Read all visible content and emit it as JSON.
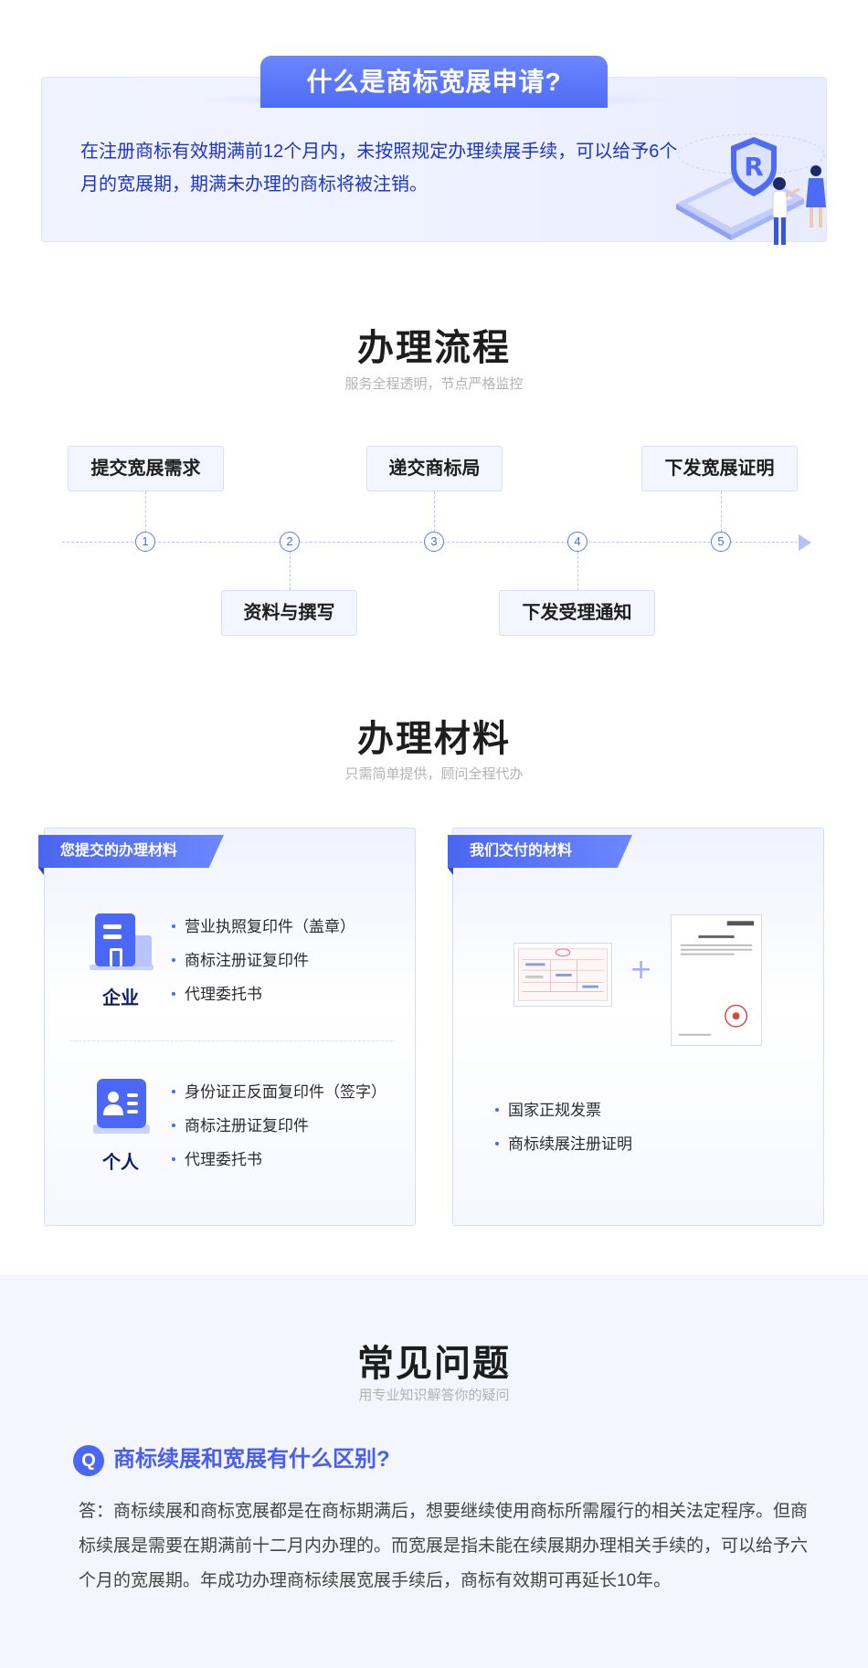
{
  "intro": {
    "title": "什么是商标宽展申请?",
    "text": "在注册商标有效期满前12个月内，未按照规定办理续展手续，可以给予6个月的宽展期，期满未办理的商标将被注销。"
  },
  "process": {
    "title": "办理流程",
    "subtitle": "服务全程透明，节点严格监控",
    "steps": [
      {
        "number": "1",
        "label": "提交宽展需求"
      },
      {
        "number": "2",
        "label": "资料与撰写"
      },
      {
        "number": "3",
        "label": "递交商标局"
      },
      {
        "number": "4",
        "label": "下发受理通知"
      },
      {
        "number": "5",
        "label": "下发宽展证明"
      }
    ]
  },
  "materials": {
    "title": "办理材料",
    "subtitle": "只需简单提供，顾问全程代办",
    "submit_card": {
      "tab": "您提交的办理材料",
      "enterprise": {
        "role": "企业",
        "items": [
          "营业执照复印件（盖章）",
          "商标注册证复印件",
          "代理委托书"
        ]
      },
      "personal": {
        "role": "个人",
        "items": [
          "身份证正反面复印件（签字）",
          "商标注册证复印件",
          "代理委托书"
        ]
      }
    },
    "deliver_card": {
      "tab": "我们交付的材料",
      "plus": "+",
      "items": [
        "国家正规发票",
        "商标续展注册证明"
      ]
    }
  },
  "faq": {
    "title": "常见问题",
    "subtitle": "用专业知识解答你的疑问",
    "q_badge": "Q",
    "question": "商标续展和宽展有什么区别?",
    "answer": "答：商标续展和商标宽展都是在商标期满后，想要继续使用商标所需履行的相关法定程序。但商标续展是需要在期满前十二月内办理的。而宽展是指未能在续展期办理相关手续的，可以给予六个月的宽展期。年成功办理商标续展宽展手续后，商标有效期可再延长10年。"
  },
  "colors": {
    "accent": "#4a68f5",
    "intro_text": "#1d36c9",
    "role_text": "#0e1f6e"
  }
}
